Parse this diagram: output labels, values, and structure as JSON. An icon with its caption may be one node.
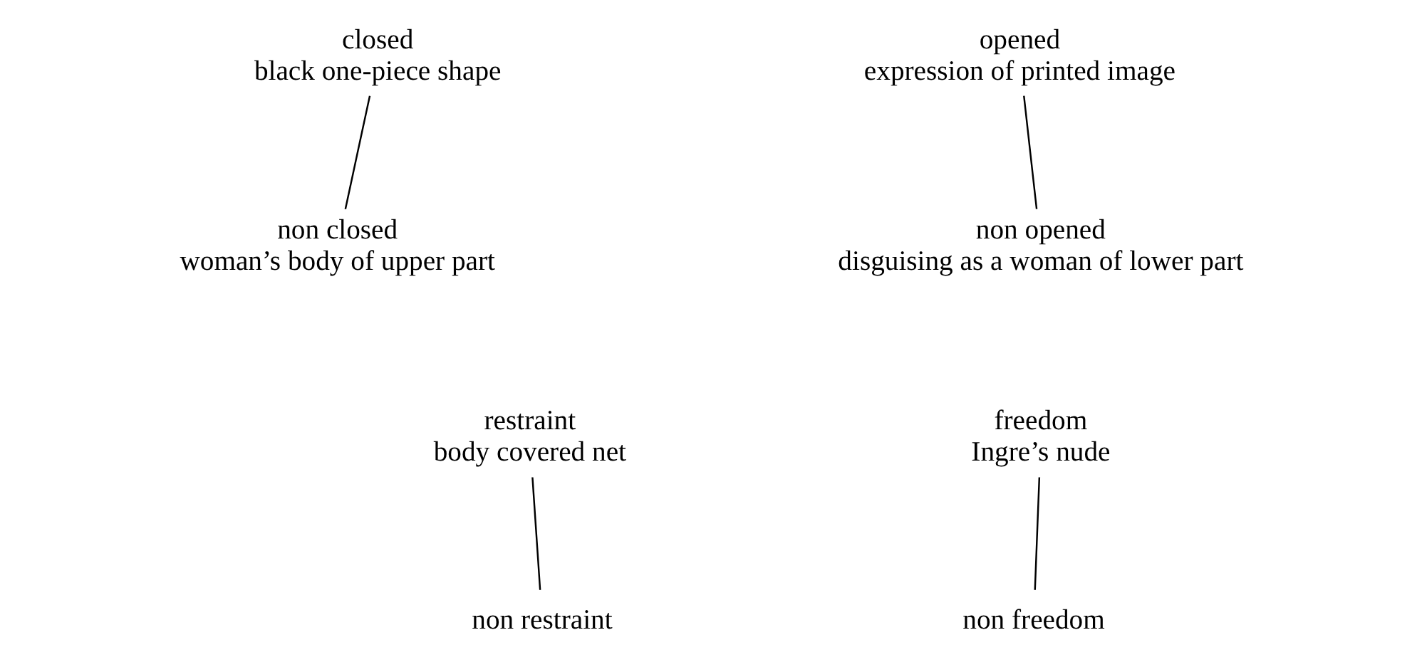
{
  "diagram": {
    "nodes": [
      {
        "text": [
          "closed",
          "black one-piece shape"
        ]
      },
      {
        "text": [
          "opened",
          "expression of printed image"
        ]
      },
      {
        "text": [
          "non opened",
          "disguising as a woman of lower part"
        ]
      },
      {
        "text": [
          "non closed",
          "woman’s body of upper part"
        ]
      },
      {
        "text": [
          "freedom",
          "Ingre’s nude"
        ]
      },
      {
        "text": [
          "restraint",
          "body covered net"
        ]
      },
      {
        "text": [
          "non restraint"
        ]
      },
      {
        "text": [
          "non freedom"
        ]
      }
    ],
    "edges": [
      {
        "from": 0,
        "to": 3,
        "arrow": "none"
      },
      {
        "from": 1,
        "to": 2,
        "arrow": "none"
      },
      {
        "from": 4,
        "to": 7,
        "arrow": "none"
      },
      {
        "from": 5,
        "to": 6,
        "arrow": "none"
      }
    ]
  }
}
